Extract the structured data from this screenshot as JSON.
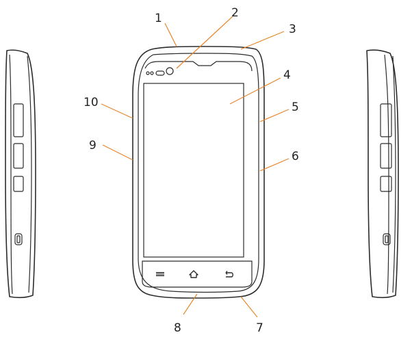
{
  "callouts": [
    {
      "id": "1",
      "label": "1"
    },
    {
      "id": "2",
      "label": "2"
    },
    {
      "id": "3",
      "label": "3"
    },
    {
      "id": "4",
      "label": "4"
    },
    {
      "id": "5",
      "label": "5"
    },
    {
      "id": "6",
      "label": "6"
    },
    {
      "id": "7",
      "label": "7"
    },
    {
      "id": "8",
      "label": "8"
    },
    {
      "id": "9",
      "label": "9"
    },
    {
      "id": "10",
      "label": "10"
    }
  ],
  "colors": {
    "leader_line": "#e8862a",
    "outline": "#2b2b2b",
    "text": "#222222"
  },
  "icons": [
    "menu-key-icon",
    "home-key-icon",
    "back-key-icon",
    "camera-icon",
    "sensor-icon",
    "earpiece-icon"
  ]
}
